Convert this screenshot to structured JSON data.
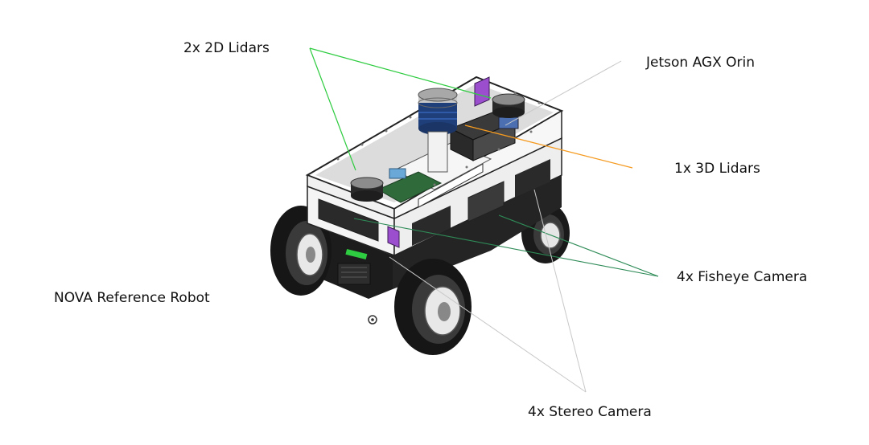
{
  "labels": {
    "lidar_2d": "2x 2D Lidars",
    "jetson": "Jetson AGX Orin",
    "lidar_3d": "1x 3D Lidars",
    "fisheye": "4x Fisheye Camera",
    "robot": "NOVA Reference Robot",
    "stereo": "4x Stereo Camera"
  },
  "colors": {
    "lidar_2d_line": "#2ecc40",
    "lidar_3d_line": "#f59a1f",
    "fisheye_line": "#2e8b57",
    "gray_line": "#c8c8c8",
    "chassis_dark": "#1c1c1c",
    "panel_white": "#f4f4f4",
    "lidar_blue": "#1f3f7a",
    "purple": "#9b4fcf",
    "led_green": "#2ecc40"
  }
}
